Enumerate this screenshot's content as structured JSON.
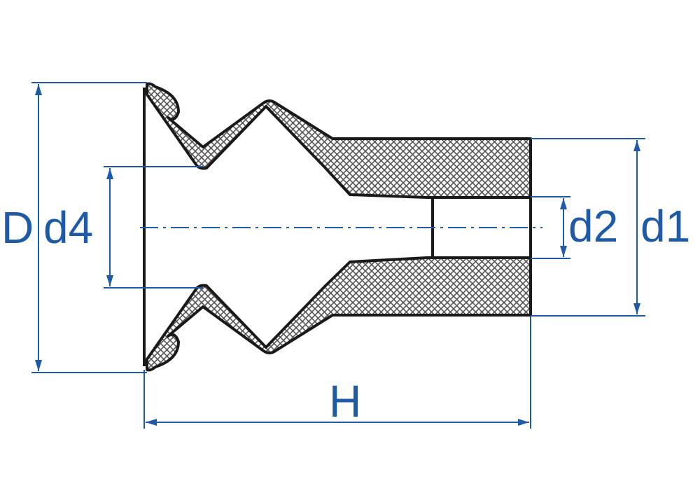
{
  "labels": {
    "D": "D",
    "d4": "d4",
    "d2": "d2",
    "d1": "d1",
    "H": "H"
  },
  "colors": {
    "dimension": "#1f5aa6",
    "outline": "#1a1a1a",
    "hatch_line": "#555555",
    "background": "#ffffff"
  }
}
